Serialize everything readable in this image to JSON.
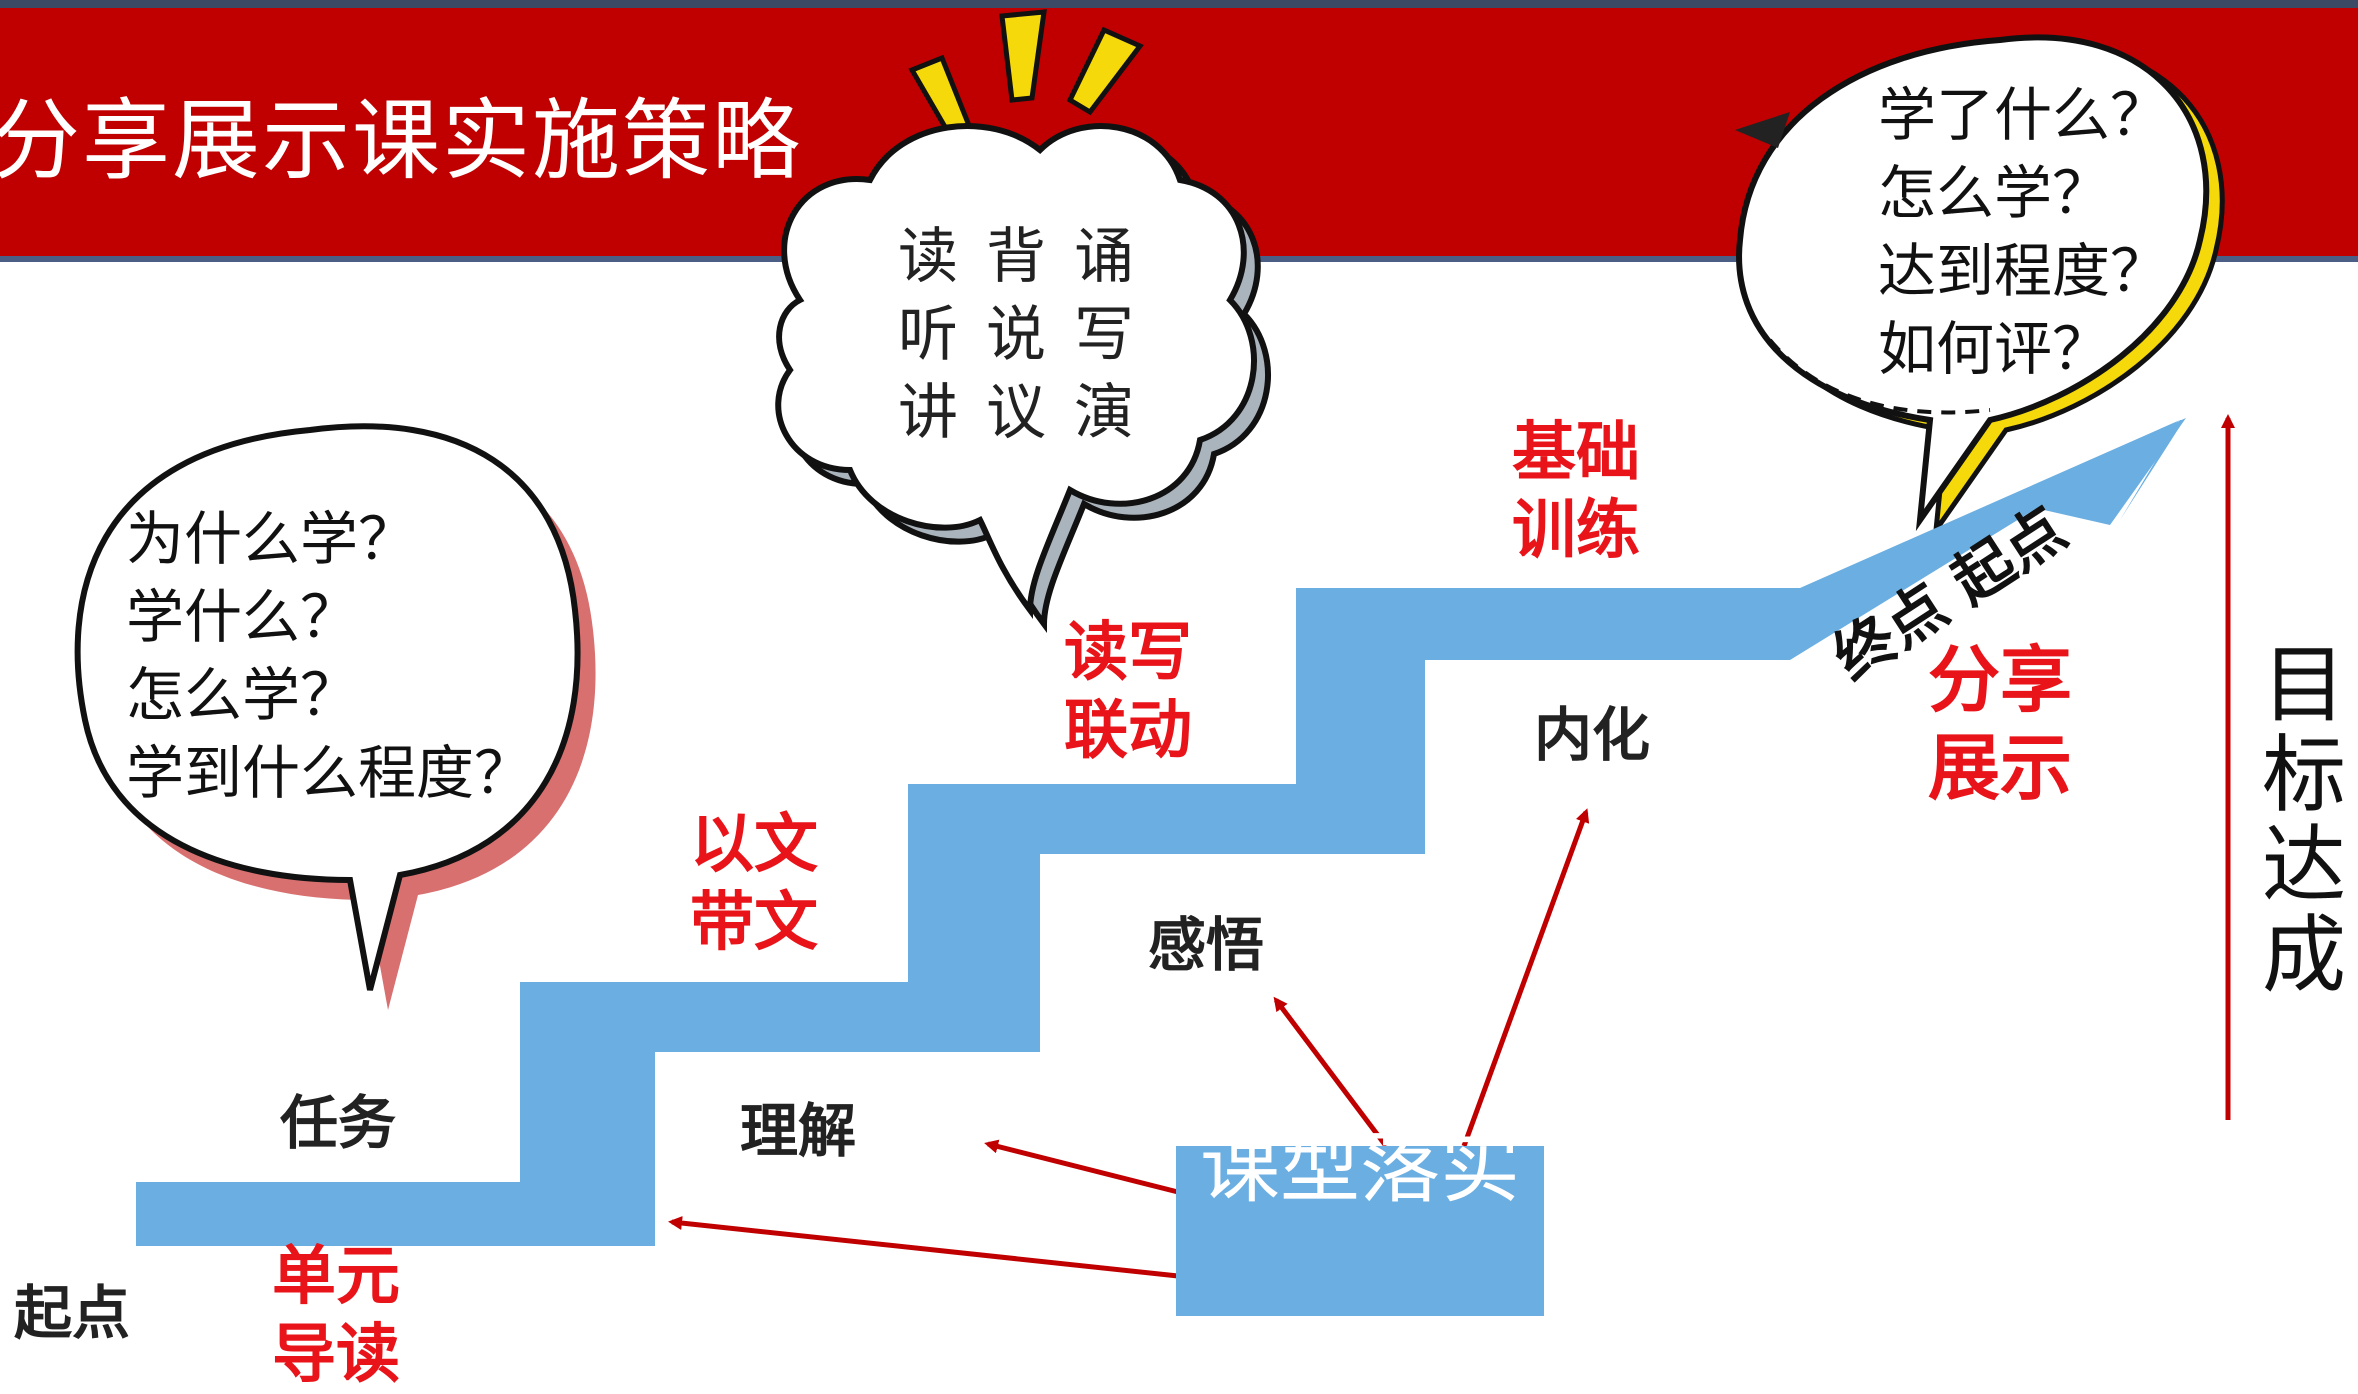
{
  "header": {
    "title": "分享展示课实施策略"
  },
  "bubble_left": {
    "lines": [
      "为什么学？",
      "学什么？",
      "怎么学？",
      "学到什么程度？"
    ]
  },
  "cloud": {
    "lines": [
      "读背诵",
      "听说写",
      "讲议演"
    ]
  },
  "bubble_right": {
    "lines": [
      "学了什么？",
      "怎么学？",
      "达到程度？",
      "如何评？"
    ]
  },
  "stairs": {
    "start_label": "起点",
    "arrow_label": "终点 起点",
    "steps": [
      {
        "red": [
          "单元",
          "导读"
        ],
        "black": "任务"
      },
      {
        "red": [
          "以文",
          "带文"
        ],
        "black": "理解"
      },
      {
        "red": [
          "读写",
          "联动"
        ],
        "black": "感悟"
      },
      {
        "red": [
          "基础",
          "训练"
        ],
        "black": "内化"
      },
      {
        "red": [
          "分享",
          "展示"
        ]
      }
    ]
  },
  "center_box": {
    "label": "课型落实"
  },
  "goal": {
    "label": "目标达成"
  },
  "colors": {
    "banner": "#c00000",
    "stairs": "#6aaee2",
    "red_text": "#e8141a",
    "arrows": "#c00000",
    "cloud_accent": "#f5d90a"
  }
}
